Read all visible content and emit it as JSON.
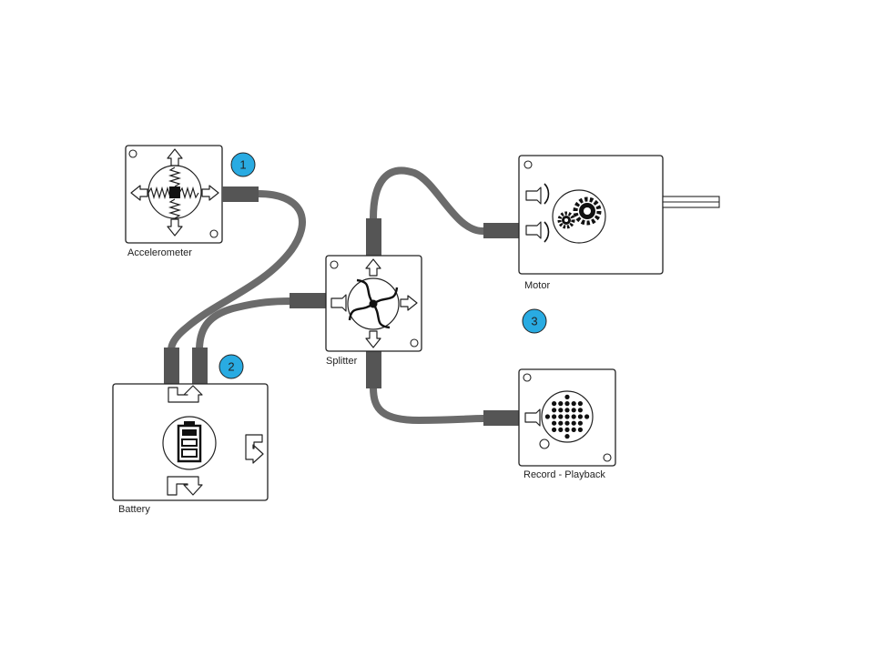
{
  "colors": {
    "cable": "#6b6b6b",
    "plug": "#555555",
    "badge": "#29abe2",
    "outline": "#222222"
  },
  "modules": {
    "accelerometer": {
      "label": "Accelerometer",
      "icon": "accelerometer-spring-icon"
    },
    "battery": {
      "label": "Battery",
      "icon": "battery-icon"
    },
    "splitter": {
      "label": "Splitter",
      "icon": "splitter-swirl-icon"
    },
    "motor": {
      "label": "Motor",
      "icon": "gears-icon"
    },
    "record_playback": {
      "label": "Record - Playback",
      "icon": "speaker-grille-icon"
    }
  },
  "badges": [
    "1",
    "2",
    "3"
  ]
}
